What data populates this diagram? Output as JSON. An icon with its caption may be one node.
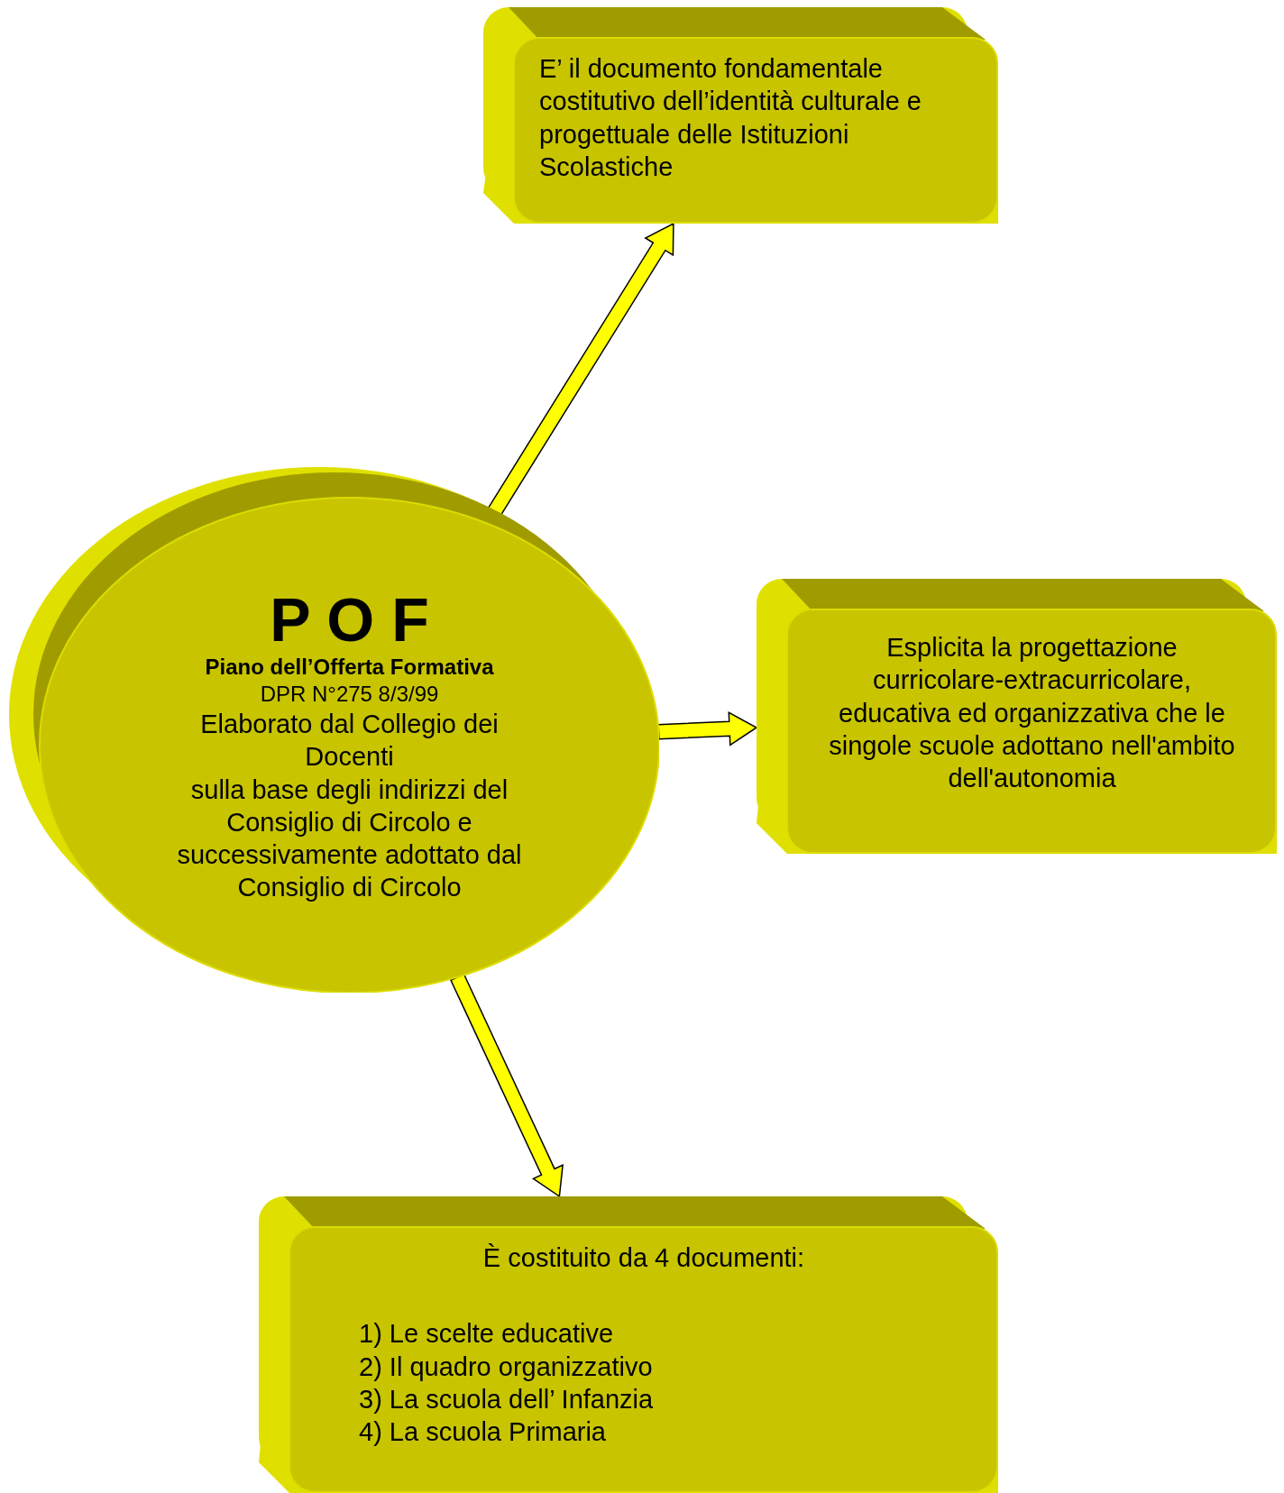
{
  "diagram": {
    "nodes": [
      {
        "text": [
          "P O F",
          "Piano dell’Offerta Formativa",
          "DPR N°275 8/3/99",
          "Elaborato dal Collegio dei Docenti",
          "sulla base degli indirizzi del Consiglio di Circolo e successivamente adottato dal Consiglio di Circolo"
        ]
      },
      {
        "text": [
          "E’ il documento fondamentale costitutivo dell’identità culturale e progettuale delle Istituzioni Scolastiche"
        ]
      },
      {
        "text": [
          "Esplicita la progettazione curricolare-extracurricolare, educativa ed organizzativa che le singole scuole adottano nell'ambito dell'autonomia"
        ]
      },
      {
        "text": [
          "È costituito da 4 documenti:",
          "1) Le scelte educative",
          "2) Il quadro organizzativo",
          "3) La scuola dell’ Infanzia",
          "4) La scuola Primaria"
        ]
      }
    ],
    "edges": [
      {
        "from": 0,
        "to": 1,
        "arrow": "to"
      },
      {
        "from": 0,
        "to": 2,
        "arrow": "to"
      },
      {
        "from": 0,
        "to": 3,
        "arrow": "to"
      }
    ]
  }
}
